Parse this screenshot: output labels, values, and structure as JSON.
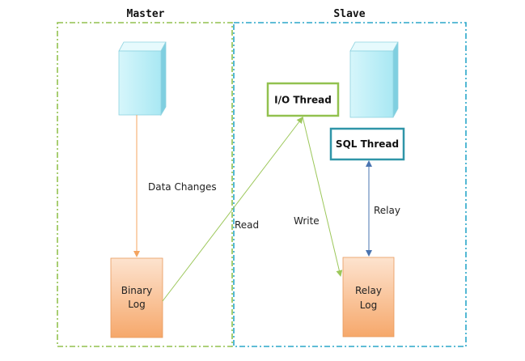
{
  "master": {
    "title": "Master"
  },
  "slave": {
    "title": "Slave"
  },
  "threads": {
    "io": "I/O Thread",
    "sql": "SQL Thread"
  },
  "logs": {
    "binary": [
      "Binary",
      "Log"
    ],
    "relay": [
      "Relay",
      "Log"
    ]
  },
  "edges": {
    "data_changes": "Data Changes",
    "read": "Read",
    "write": "Write",
    "relay": "Relay"
  },
  "colors": {
    "master_border": "#92c14f",
    "slave_border": "#2aa7c9",
    "server": "#a8e6f2",
    "log_fill": "#f8b27d",
    "io_border": "#92c14f",
    "sql_border": "#2f95a8",
    "arrow_orange": "#f4a460",
    "arrow_green": "#9cc75a",
    "arrow_blue": "#4a74b0"
  }
}
